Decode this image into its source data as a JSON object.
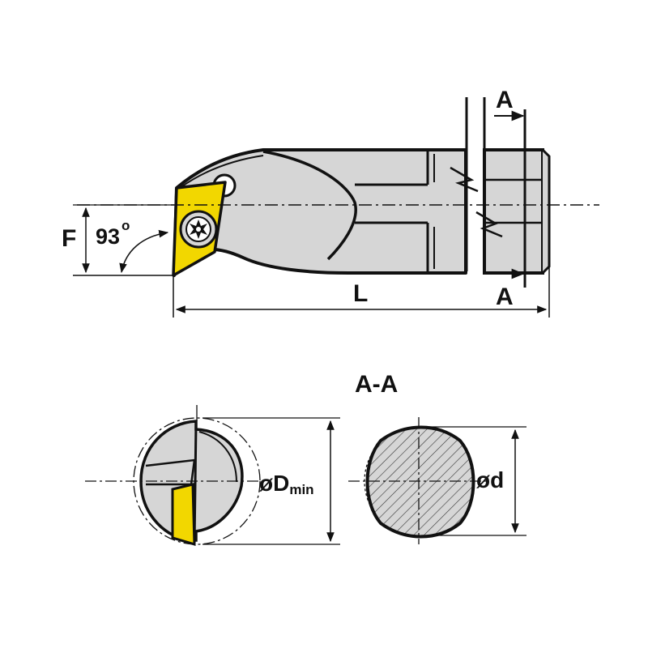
{
  "labels": {
    "section_top": "A",
    "section_bottom": "A",
    "length": "L",
    "height": "F",
    "angle": "93",
    "angle_unit": "o",
    "section_title": "A-A",
    "dmin_symbol": "ø",
    "dmin_letter": "D",
    "dmin_sub": "min",
    "d_label": "ød"
  },
  "colors": {
    "outline": "#111111",
    "body_fill": "#d6d6d6",
    "insert_fill": "#f2d700",
    "background": "#ffffff"
  },
  "icons": {
    "screw": "torx-screw-icon"
  }
}
